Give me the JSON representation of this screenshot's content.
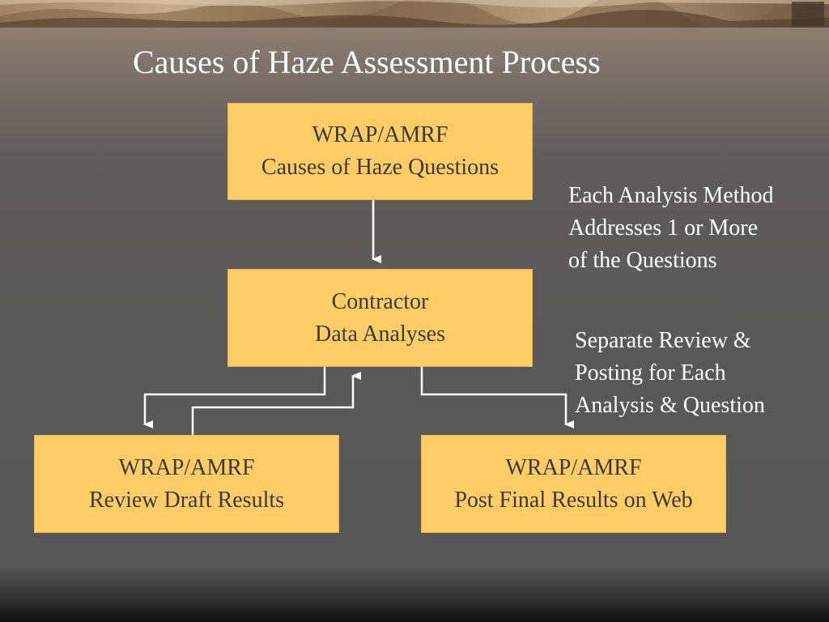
{
  "slide": {
    "title": "Causes of Haze Assessment Process"
  },
  "boxes": {
    "questions": {
      "line1": "WRAP/AMRF",
      "line2": "Causes of Haze Questions"
    },
    "contractor": {
      "line1": "Contractor",
      "line2": "Data Analyses"
    },
    "review": {
      "line1": "WRAP/AMRF",
      "line2": "Review Draft Results"
    },
    "post": {
      "line1": "WRAP/AMRF",
      "line2": "Post Final Results on Web"
    }
  },
  "notes": {
    "method": {
      "line1": "Each Analysis Method",
      "line2": "Addresses 1 or More",
      "line3": "of the Questions"
    },
    "review": {
      "line1": "Separate Review &",
      "line2": "Posting for Each",
      "line3": "Analysis & Question"
    }
  },
  "colors": {
    "box_fill": "#ffcc66",
    "box_text": "#3a3a3a",
    "connector": "#ffffff",
    "title_text": "#ffffff"
  }
}
